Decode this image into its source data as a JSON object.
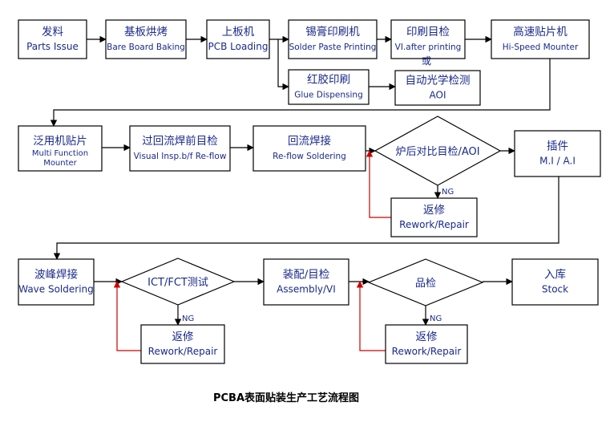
{
  "title": "PCBA表面贴装生产工艺流程图",
  "colors": {
    "text": "#1a2a8a",
    "line": "#000000",
    "feedback": "#cc0000",
    "box_fill": "#ffffff"
  },
  "nodes": [
    {
      "id": "parts_issue",
      "shape": "rect",
      "zh": "发料",
      "en": "Parts Issue"
    },
    {
      "id": "baking",
      "shape": "rect",
      "zh": "基板烘烤",
      "en": "Bare Board Baking"
    },
    {
      "id": "pcb_loading",
      "shape": "rect",
      "zh": "上板机",
      "en": "PCB Loading"
    },
    {
      "id": "solder_paste",
      "shape": "rect",
      "zh": "锡膏印刷机",
      "en": "Solder Paste Printing"
    },
    {
      "id": "vi_print",
      "shape": "rect",
      "zh": "印刷目检",
      "en": "VI.after printing"
    },
    {
      "id": "or_label",
      "shape": "text",
      "zh": "或",
      "en": ""
    },
    {
      "id": "aoi",
      "shape": "rect",
      "zh": "自动光学检测",
      "en": "AOI"
    },
    {
      "id": "glue",
      "shape": "rect",
      "zh": "红胶印刷",
      "en": "Glue Dispensing"
    },
    {
      "id": "hs_mounter",
      "shape": "rect",
      "zh": "高速贴片机",
      "en": "Hi-Speed Mounter"
    },
    {
      "id": "mf_mounter",
      "shape": "rect",
      "zh": "泛用机贴片",
      "en": "Multi Function Mounter"
    },
    {
      "id": "vi_preflow",
      "shape": "rect",
      "zh": "过回流焊前目检",
      "en": "Visual Insp.b/f Re-flow"
    },
    {
      "id": "reflow",
      "shape": "rect",
      "zh": "回流焊接",
      "en": "Re-flow  Soldering"
    },
    {
      "id": "post_aoi",
      "shape": "diamond",
      "zh": "炉后对比目检/AOI",
      "en": ""
    },
    {
      "id": "rework1",
      "shape": "rect",
      "zh": "返修",
      "en": "Rework/Repair"
    },
    {
      "id": "mi_ai",
      "shape": "rect",
      "zh": "插件",
      "en": "M.I / A.I"
    },
    {
      "id": "wave",
      "shape": "rect",
      "zh": "波峰焊接",
      "en": "Wave Soldering"
    },
    {
      "id": "ict",
      "shape": "diamond",
      "zh": "ICT/FCT测试",
      "en": ""
    },
    {
      "id": "rework2",
      "shape": "rect",
      "zh": "返修",
      "en": "Rework/Repair"
    },
    {
      "id": "assembly",
      "shape": "rect",
      "zh": "装配/目检",
      "en": "Assembly/VI"
    },
    {
      "id": "qc",
      "shape": "diamond",
      "zh": "品检",
      "en": ""
    },
    {
      "id": "rework3",
      "shape": "rect",
      "zh": "返修",
      "en": "Rework/Repair"
    },
    {
      "id": "stock",
      "shape": "rect",
      "zh": "入库",
      "en": "Stock"
    }
  ],
  "edges": [
    {
      "from": "parts_issue",
      "to": "baking"
    },
    {
      "from": "baking",
      "to": "pcb_loading"
    },
    {
      "from": "pcb_loading",
      "to": "solder_paste"
    },
    {
      "from": "pcb_loading",
      "to": "glue"
    },
    {
      "from": "solder_paste",
      "to": "vi_print"
    },
    {
      "from": "glue",
      "to": "aoi"
    },
    {
      "from": "vi_print",
      "to": "hs_mounter"
    },
    {
      "from": "hs_mounter",
      "to": "mf_mounter"
    },
    {
      "from": "mf_mounter",
      "to": "vi_preflow"
    },
    {
      "from": "vi_preflow",
      "to": "reflow"
    },
    {
      "from": "reflow",
      "to": "post_aoi"
    },
    {
      "from": "post_aoi",
      "to": "mi_ai"
    },
    {
      "from": "post_aoi",
      "to": "rework1",
      "label": "NG"
    },
    {
      "from": "rework1",
      "to": "post_aoi",
      "kind": "feedback"
    },
    {
      "from": "mi_ai",
      "to": "wave"
    },
    {
      "from": "wave",
      "to": "ict"
    },
    {
      "from": "ict",
      "to": "assembly"
    },
    {
      "from": "ict",
      "to": "rework2",
      "label": "NG"
    },
    {
      "from": "rework2",
      "to": "ict",
      "kind": "feedback"
    },
    {
      "from": "assembly",
      "to": "qc"
    },
    {
      "from": "qc",
      "to": "stock"
    },
    {
      "from": "qc",
      "to": "rework3",
      "label": "NG"
    },
    {
      "from": "rework3",
      "to": "qc",
      "kind": "feedback"
    }
  ]
}
